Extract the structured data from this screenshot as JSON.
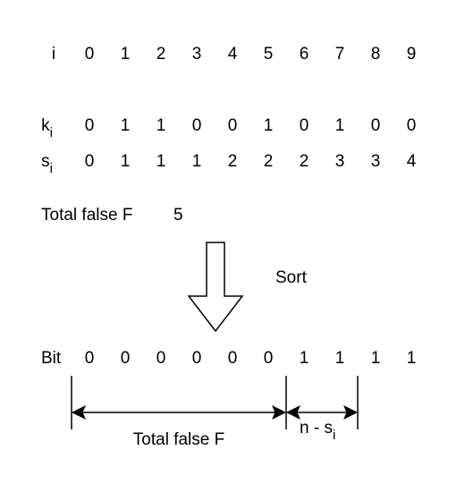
{
  "table": {
    "rows": [
      {
        "label": "i",
        "label_sub": "",
        "values": [
          "0",
          "1",
          "2",
          "3",
          "4",
          "5",
          "6",
          "7",
          "8",
          "9"
        ]
      },
      {
        "label": "k",
        "label_sub": "i",
        "values": [
          "0",
          "1",
          "1",
          "0",
          "0",
          "1",
          "0",
          "1",
          "0",
          "0"
        ]
      },
      {
        "label": "s",
        "label_sub": "i",
        "values": [
          "0",
          "1",
          "1",
          "1",
          "2",
          "2",
          "2",
          "3",
          "3",
          "4"
        ]
      }
    ]
  },
  "total_false": {
    "label": "Total false F",
    "value": "5"
  },
  "sort_label": "Sort",
  "bit_row": {
    "label": "Bit",
    "values": [
      "0",
      "0",
      "0",
      "0",
      "0",
      "0",
      "1",
      "1",
      "1",
      "1"
    ]
  },
  "brackets": {
    "left_label": "Total false F",
    "right_label": "n - s",
    "right_label_sub": "i"
  },
  "colors": {
    "stroke": "#000000",
    "background": "#ffffff"
  }
}
